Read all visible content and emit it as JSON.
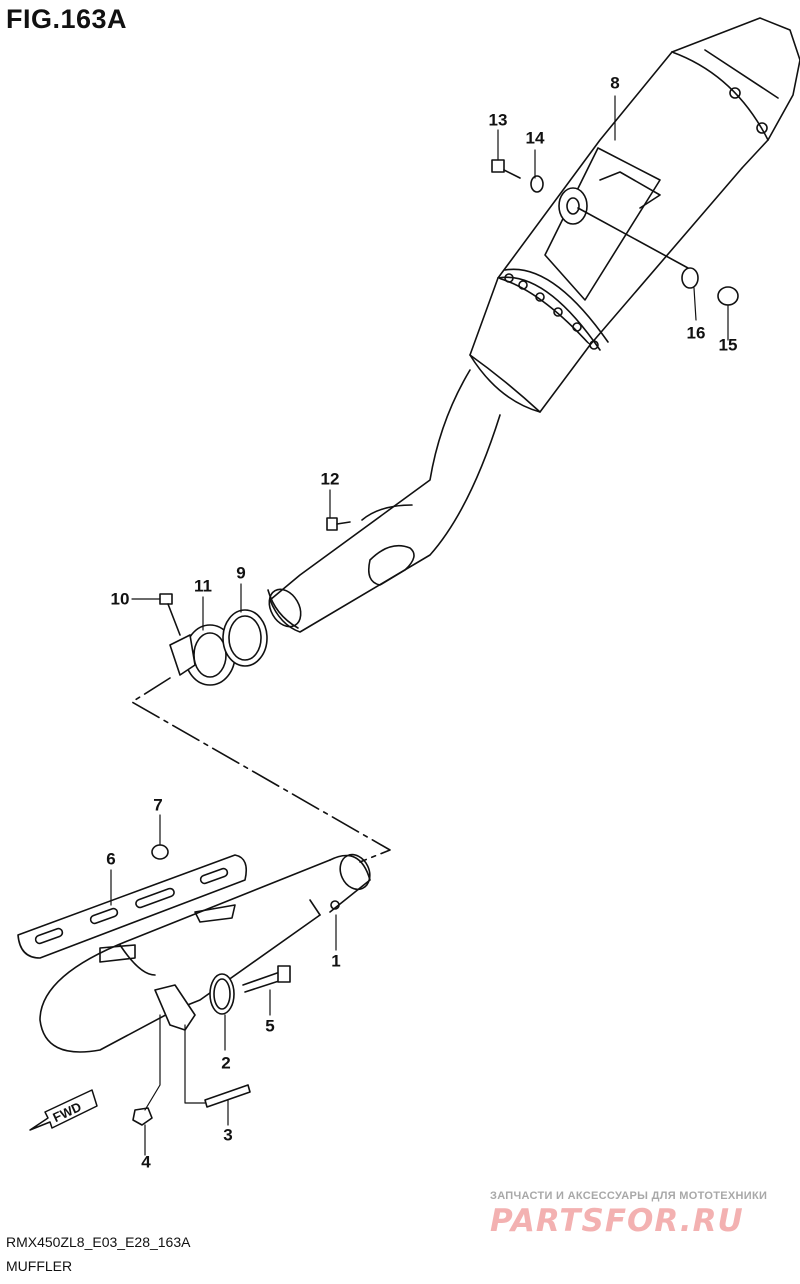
{
  "figure": {
    "title": "FIG.163A",
    "code": "RMX450ZL8_E03_E28_163A",
    "caption": "MUFFLER"
  },
  "callouts": [
    {
      "id": "1",
      "label": "1"
    },
    {
      "id": "2",
      "label": "2"
    },
    {
      "id": "3",
      "label": "3"
    },
    {
      "id": "4",
      "label": "4"
    },
    {
      "id": "5",
      "label": "5"
    },
    {
      "id": "6",
      "label": "6"
    },
    {
      "id": "7",
      "label": "7"
    },
    {
      "id": "8",
      "label": "8"
    },
    {
      "id": "9",
      "label": "9"
    },
    {
      "id": "10",
      "label": "10"
    },
    {
      "id": "11",
      "label": "11"
    },
    {
      "id": "12",
      "label": "12"
    },
    {
      "id": "13",
      "label": "13"
    },
    {
      "id": "14",
      "label": "14"
    },
    {
      "id": "15",
      "label": "15"
    },
    {
      "id": "16",
      "label": "16"
    }
  ],
  "direction_arrow": {
    "label": "FWD"
  },
  "watermark": {
    "tagline": "ЗАПЧАСТИ И АКСЕССУАРЫ ДЛЯ МОТОТЕХНИКИ",
    "logo": "PARTSFOR.RU"
  },
  "colors": {
    "ink": "#111111",
    "watermark_red": "#f3b1b1",
    "watermark_gray": "#a8a8a8"
  }
}
